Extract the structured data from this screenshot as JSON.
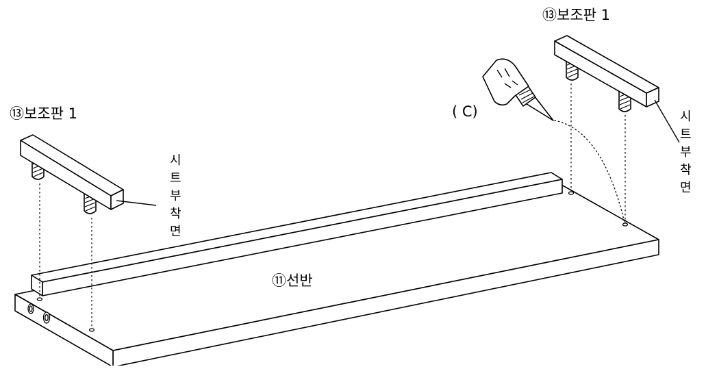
{
  "labels": {
    "support_left": "⑬보조판 1",
    "support_right": "⑬보조판 1",
    "shelf": "⑪선반",
    "glue": "( C)",
    "sheet_side": [
      "시",
      "트",
      "부",
      "착",
      "면"
    ]
  },
  "colors": {
    "line": "#000000",
    "background": "#ffffff"
  }
}
